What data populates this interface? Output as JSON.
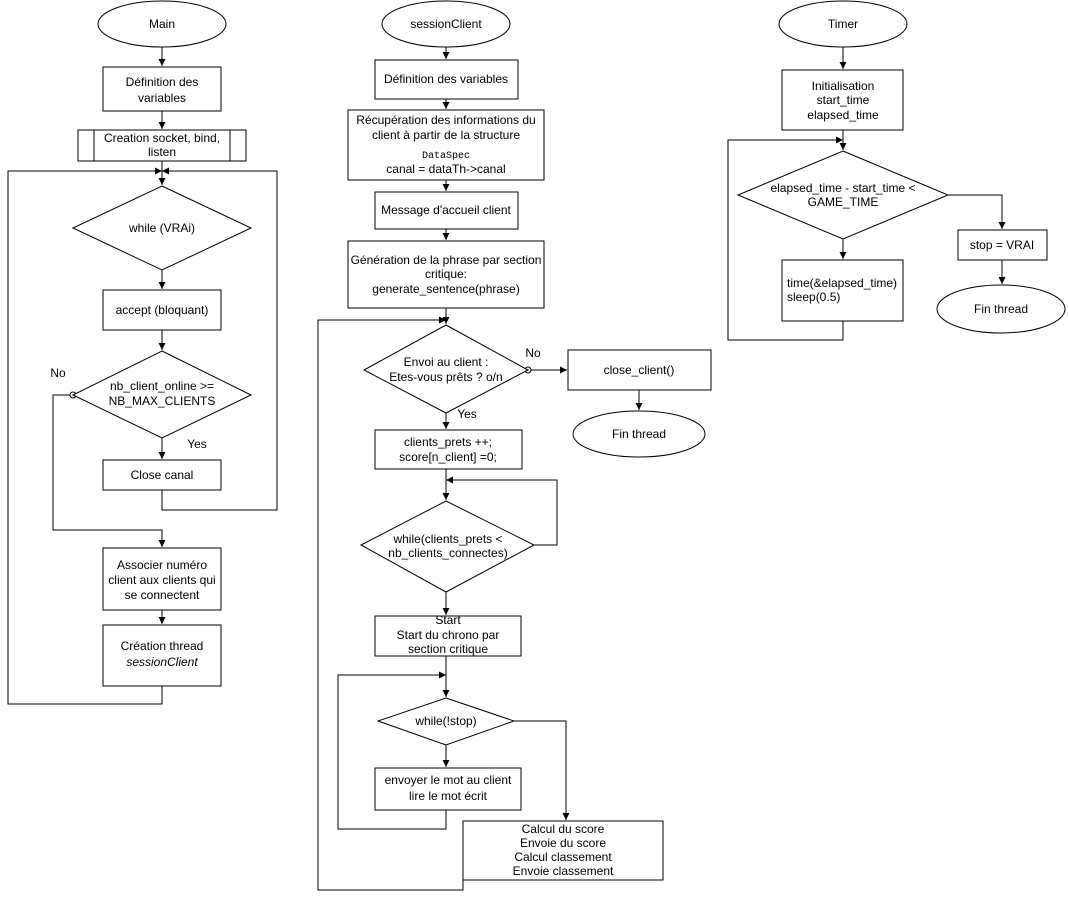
{
  "main": {
    "start": "Main",
    "def_vars": [
      "Définition des",
      "variables"
    ],
    "creation_socket": [
      "Creation socket, bind,",
      "listen"
    ],
    "while_true": "while (VRAi)",
    "accept": "accept (bloquant)",
    "max_clients_cond": [
      "nb_client_online >=",
      "NB_MAX_CLIENTS"
    ],
    "label_no": "No",
    "label_yes": "Yes",
    "close_canal": "Close canal",
    "associate": [
      "Associer numéro",
      "client aux clients qui",
      "se connectent"
    ],
    "create_thread": [
      "Création thread",
      "sessionClient"
    ]
  },
  "session": {
    "start": "sessionClient",
    "def_vars": "Définition des  variables",
    "recup": [
      "Récupération des informations du",
      "client à partir de la structure",
      "DataSpec",
      "canal = dataTh->canal"
    ],
    "welcome": "Message d'accueil client",
    "gen_phrase": [
      "Génération de la phrase par section",
      "critique:",
      "generate_sentence(phrase)"
    ],
    "ready_cond": [
      "Envoi au client :",
      "Etes-vous prêts ? o/n"
    ],
    "label_no": "No",
    "label_yes": "Yes",
    "close_client": "close_client()",
    "end_thread": "Fin thread",
    "clients_ready": [
      "clients_prets ++;",
      "score[n_client] =0;"
    ],
    "wait_cond": [
      "while(clients_prets <",
      "nb_clients_connectes)"
    ],
    "chrono": [
      "Start",
      "Start du chrono par",
      "section critique"
    ],
    "while_stop": "while(!stop)",
    "send_word": [
      "envoyer le mot au client",
      "lire le mot écrit"
    ],
    "score": [
      "Calcul du score",
      "Envoie du score",
      "Calcul classement",
      "Envoie classement"
    ]
  },
  "timer": {
    "start": "Timer",
    "init": [
      "Initialisation",
      "start_time",
      "elapsed_time"
    ],
    "cond": [
      "elapsed_time - start_time <",
      "GAME_TIME"
    ],
    "time_sleep": [
      "time(&elapsed_time)",
      "sleep(0.5)"
    ],
    "stop": "stop = VRAI",
    "end_thread": "Fin thread"
  }
}
